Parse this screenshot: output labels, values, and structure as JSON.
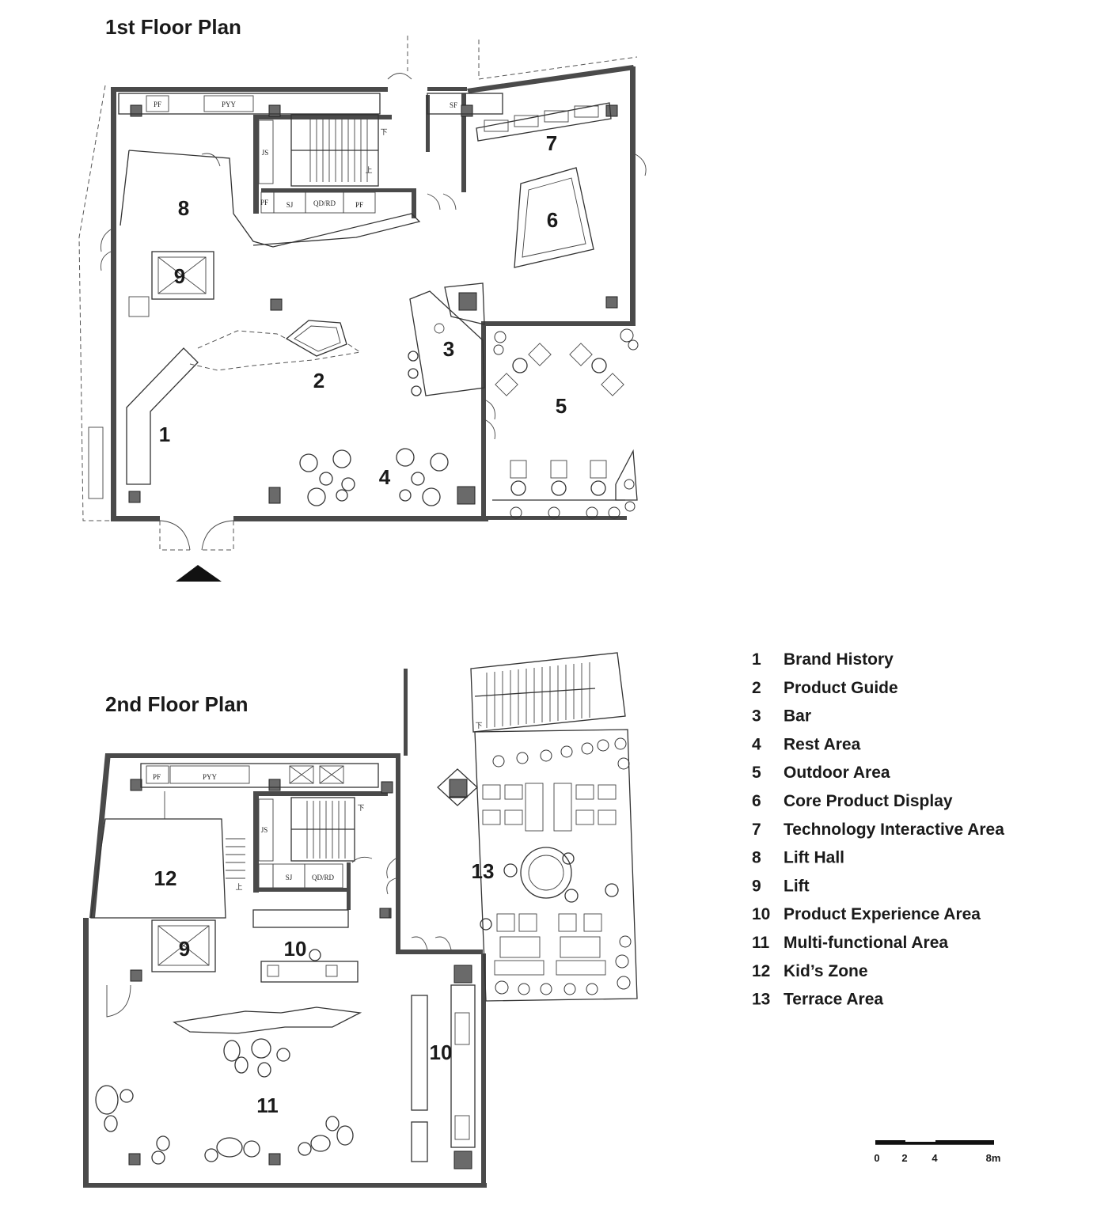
{
  "floor1": {
    "title": "1st Floor Plan",
    "rooms": [
      {
        "num": "1"
      },
      {
        "num": "2"
      },
      {
        "num": "3"
      },
      {
        "num": "4"
      },
      {
        "num": "5"
      },
      {
        "num": "6"
      },
      {
        "num": "7"
      },
      {
        "num": "8"
      },
      {
        "num": "9"
      }
    ],
    "tags": [
      "PF",
      "PYY",
      "SF",
      "JS",
      "PF",
      "SJ",
      "QD/RD",
      "PF",
      "下",
      "上"
    ]
  },
  "floor2": {
    "title": "2nd Floor Plan",
    "rooms": [
      {
        "num": "9"
      },
      {
        "num": "10"
      },
      {
        "num": "10"
      },
      {
        "num": "11"
      },
      {
        "num": "12"
      },
      {
        "num": "13"
      }
    ],
    "tags": [
      "PF",
      "PYY",
      "JS",
      "SJ",
      "QD/RD",
      "下",
      "上",
      "下"
    ]
  },
  "legend": [
    {
      "num": "1",
      "label": "Brand History"
    },
    {
      "num": "2",
      "label": "Product Guide"
    },
    {
      "num": "3",
      "label": "Bar"
    },
    {
      "num": "4",
      "label": "Rest Area"
    },
    {
      "num": "5",
      "label": "Outdoor Area"
    },
    {
      "num": "6",
      "label": "Core Product Display"
    },
    {
      "num": "7",
      "label": "Technology Interactive Area"
    },
    {
      "num": "8",
      "label": "Lift Hall"
    },
    {
      "num": "9",
      "label": "Lift"
    },
    {
      "num": "10",
      "label": "Product Experience Area"
    },
    {
      "num": "11",
      "label": "Multi-functional Area"
    },
    {
      "num": "12",
      "label": "Kid’s Zone"
    },
    {
      "num": "13",
      "label": "Terrace Area"
    }
  ],
  "scale_bar": {
    "ticks": [
      "0",
      "2",
      "4",
      "8m"
    ]
  },
  "icons": {
    "entrance": "entrance-arrow-icon",
    "furniture": "chair-icon"
  }
}
